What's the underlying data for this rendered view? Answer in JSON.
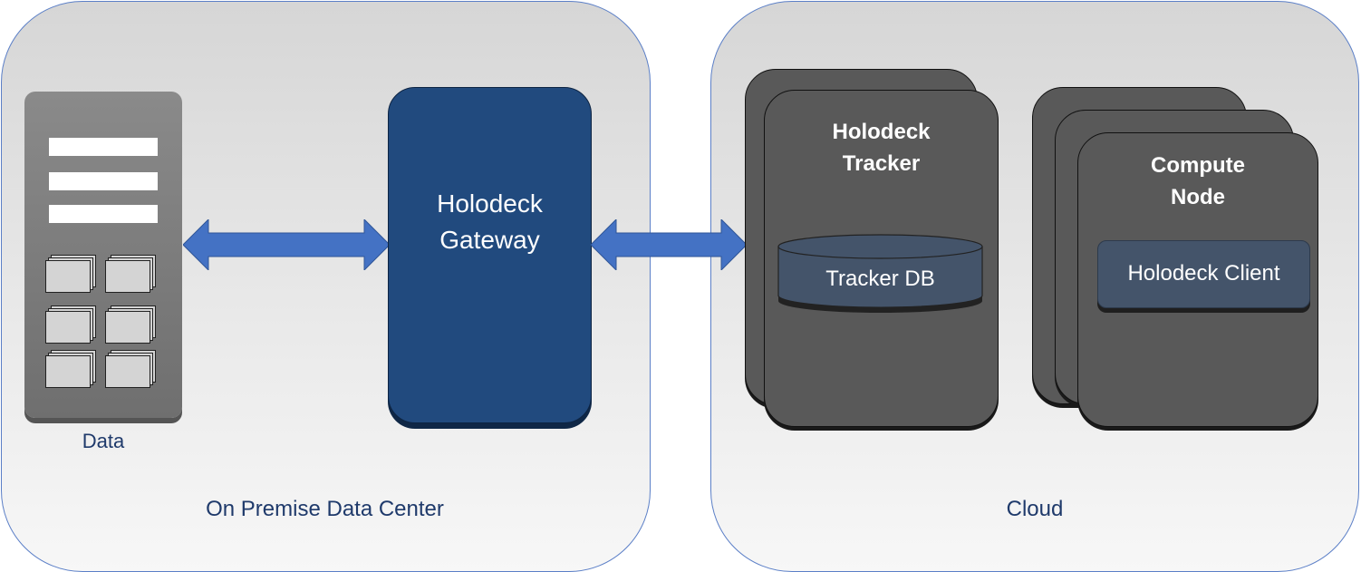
{
  "regions": {
    "on_premise": "On Premise Data Center",
    "cloud": "Cloud"
  },
  "data_store": {
    "label": "Data"
  },
  "gateway": {
    "line1": "Holodeck",
    "line2": "Gateway"
  },
  "tracker": {
    "line1": "Holodeck",
    "line2": "Tracker",
    "db_label": "Tracker DB"
  },
  "compute": {
    "line1": "Compute",
    "line2": "Node",
    "client_label": "Holodeck Client"
  },
  "colors": {
    "gateway": "#214a7e",
    "card": "#595959",
    "arrow": "#4472c4",
    "client": "#44546a",
    "label_text": "#1f3a6b"
  }
}
